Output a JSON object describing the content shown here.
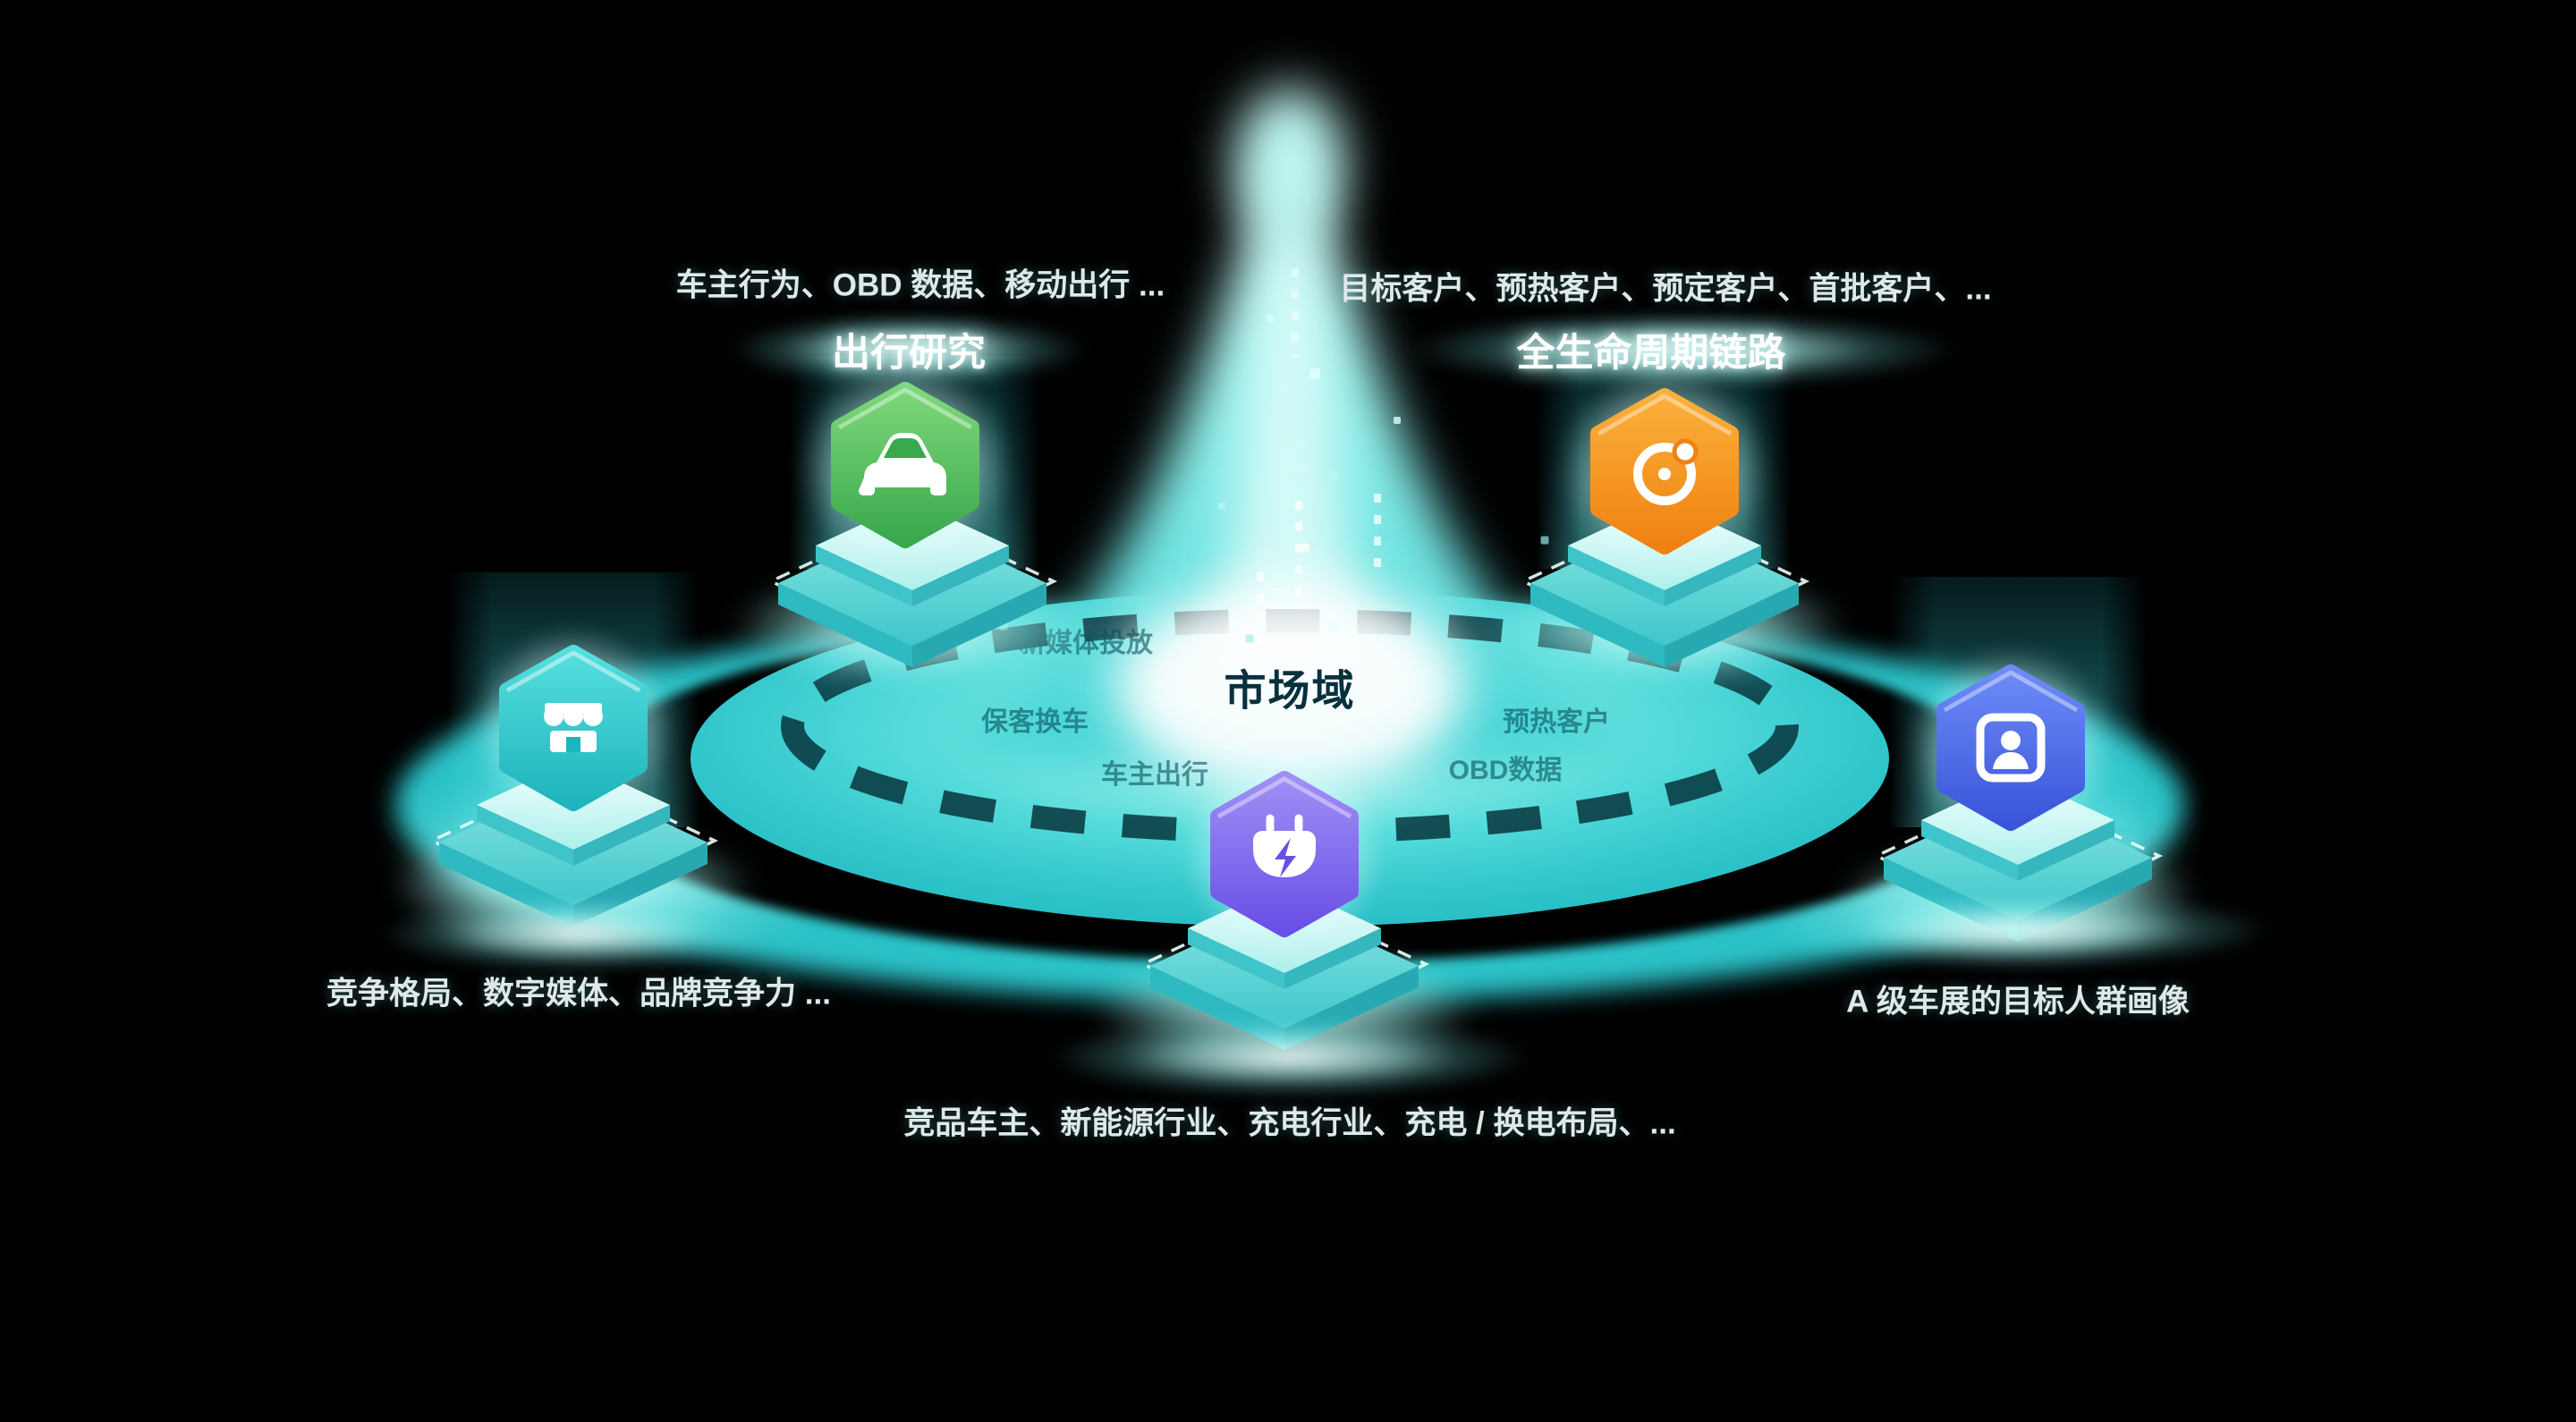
{
  "center": {
    "label": "市场域"
  },
  "nodes": [
    {
      "id": "travel-research",
      "title": "出行研究",
      "caption": "车主行为、OBD 数据、移动出行 ...",
      "icon": "car-icon",
      "color": "#3aa84d"
    },
    {
      "id": "lifecycle",
      "title": "全生命周期链路",
      "caption": "目标客户、预热客户、预定客户、首批客户、...",
      "icon": "orbit-icon",
      "color": "#ef8212"
    },
    {
      "id": "competition",
      "title": "",
      "caption": "竞争格局、数字媒体、品牌竞争力 ...",
      "icon": "storefront-icon",
      "color": "#1fb4bd"
    },
    {
      "id": "charging",
      "title": "",
      "caption": "竞品车主、新能源行业、充电行业、充电 / 换电布局、...",
      "icon": "charging-plug-icon",
      "color": "#6a4fe6"
    },
    {
      "id": "audience",
      "title": "",
      "caption": "A 级车展的目标人群画像",
      "icon": "person-card-icon",
      "color": "#3a55d9"
    }
  ],
  "ring_labels": [
    {
      "text": "新媒体投放"
    },
    {
      "text": "保客换车"
    },
    {
      "text": "预热客户"
    },
    {
      "text": "OBD数据"
    },
    {
      "text": "车主出行"
    }
  ],
  "colors": {
    "background": "#000000",
    "accent_teal": "#3fd9d9",
    "glow": "#d9fffb"
  }
}
